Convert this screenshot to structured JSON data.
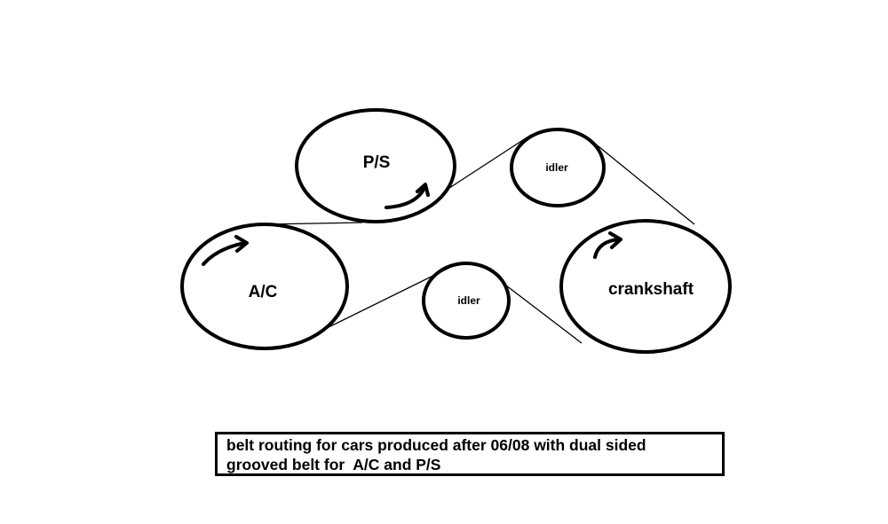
{
  "pulleys": {
    "ac": "A/C",
    "ps": "P/S",
    "idler_top": "idler",
    "idler_bottom": "idler",
    "crankshaft": "crankshaft"
  },
  "caption": {
    "line1": "belt routing for cars produced after 06/08 with dual sided",
    "line2": "grooved belt for  A/C and P/S"
  },
  "colors": {
    "stroke": "#000000",
    "background": "#ffffff"
  }
}
